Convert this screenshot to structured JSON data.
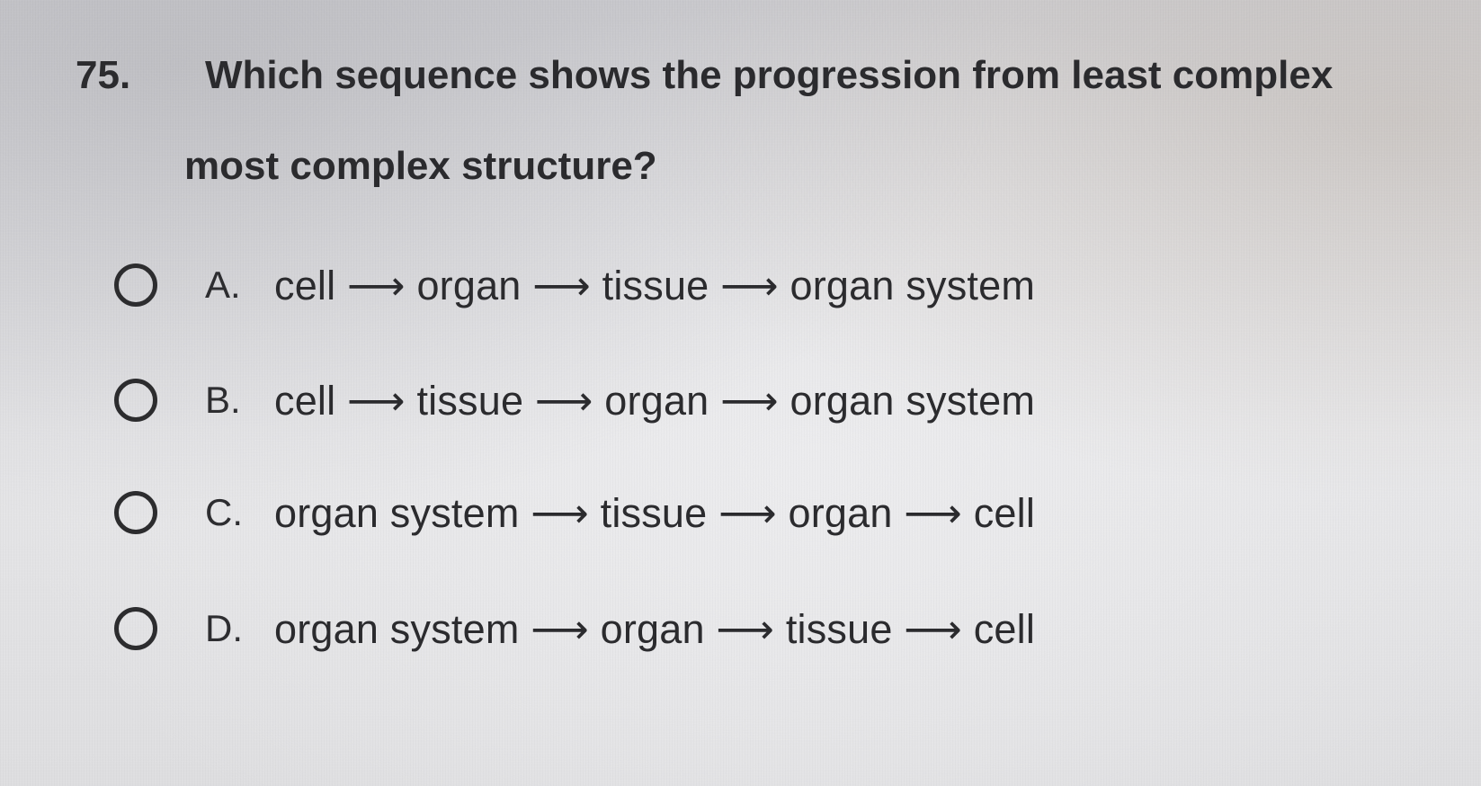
{
  "question": {
    "number": "75.",
    "text_line1": "Which sequence shows the progression from least complex",
    "text_line2": "most complex structure?"
  },
  "options": [
    {
      "letter": "A.",
      "text": "cell ⟶ organ ⟶ tissue ⟶ organ system"
    },
    {
      "letter": "B.",
      "text": "cell ⟶ tissue ⟶ organ ⟶ organ system"
    },
    {
      "letter": "C.",
      "text": "organ system ⟶ tissue ⟶ organ ⟶ cell"
    },
    {
      "letter": "D.",
      "text": "organ system ⟶ organ ⟶ tissue ⟶ cell"
    }
  ]
}
